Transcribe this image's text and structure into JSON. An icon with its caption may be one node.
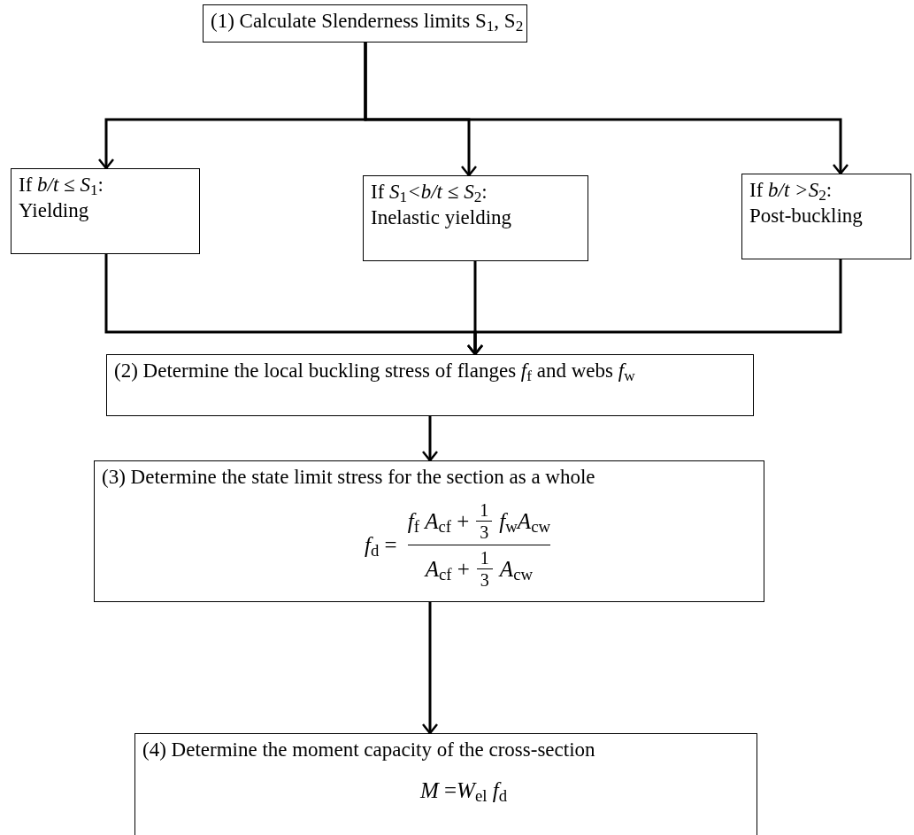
{
  "diagram": {
    "nodes": [
      {
        "text": [
          "(1) Calculate Slenderness limits S$_{1}$, S$_{2}$"
        ]
      },
      {
        "text": [
          "If *b/t ≤ S*$_{1}$:",
          "Yielding"
        ]
      },
      {
        "text": [
          "If *S*$_{1}$*<b/t ≤ S*$_{2}$:",
          "Inelastic yielding"
        ]
      },
      {
        "text": [
          "If *b/t >S*$_{2}$:",
          "Post-buckling"
        ]
      },
      {
        "text": [
          "(2) Determine the local buckling stress of flanges *f*$_{f}$ and webs *f*$_{w}$"
        ]
      },
      {
        "text": [
          "(3) Determine the state limit stress for the section as a whole",
          "*f*$_{d}$ =",
          "*f*$_{f}$ *A*$_{cf}$ +",
          "1",
          "3",
          "*f*$_{w}$*A*$_{cw}$",
          "*A*$_{cf}$ +",
          "1",
          "3",
          "*A*$_{cw}$"
        ]
      },
      {
        "text": [
          "(4) Determine the moment capacity of the cross-section",
          "*M* =*W*$_{el}$ *f*$_{d}$"
        ]
      }
    ],
    "edges": [
      {
        "from": 0,
        "to": 1,
        "arrow": "to"
      },
      {
        "from": 0,
        "to": 2,
        "arrow": "to"
      },
      {
        "from": 0,
        "to": 3,
        "arrow": "to"
      },
      {
        "from": 1,
        "to": 4,
        "arrow": "to"
      },
      {
        "from": 2,
        "to": 4,
        "arrow": "to"
      },
      {
        "from": 3,
        "to": 4,
        "arrow": "to"
      },
      {
        "from": 4,
        "to": 5,
        "arrow": "to"
      },
      {
        "from": 5,
        "to": 6,
        "arrow": "to"
      }
    ]
  }
}
